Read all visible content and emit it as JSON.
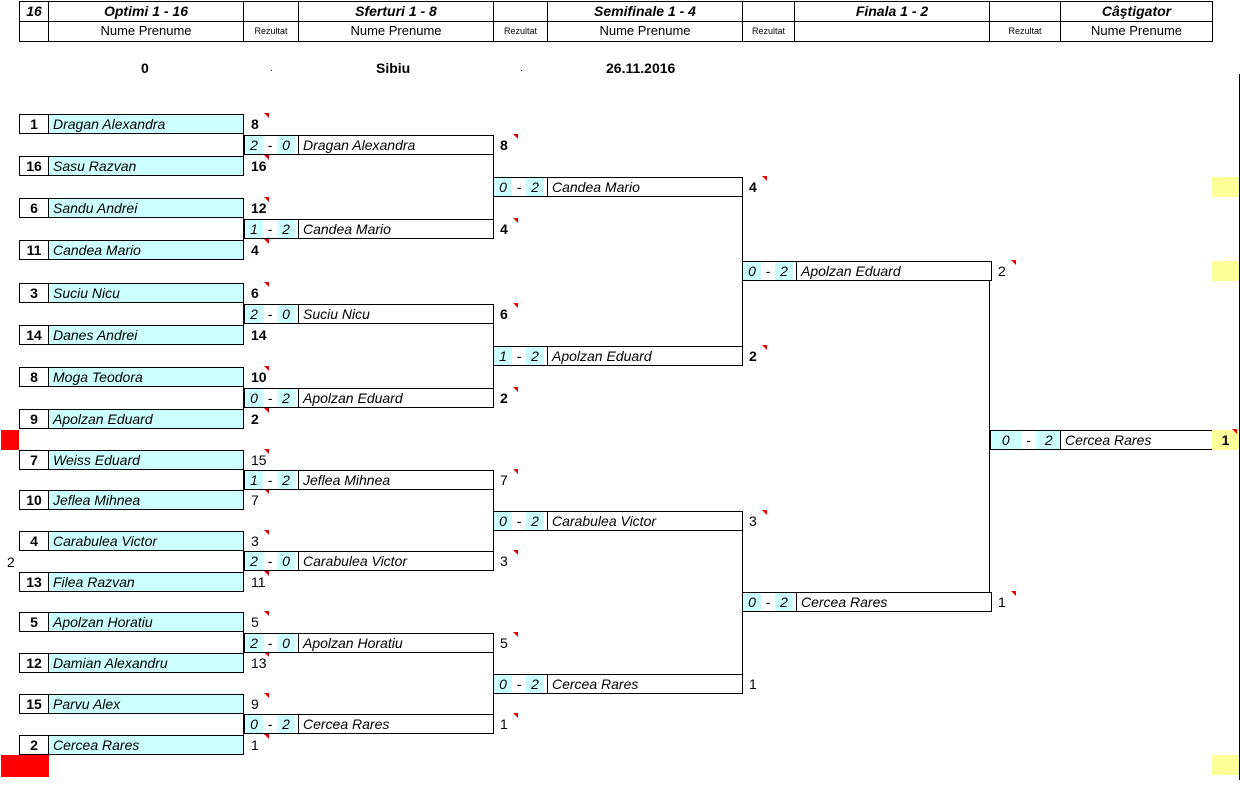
{
  "header": {
    "col_count": "16",
    "round1": "Optimi 1 - 16",
    "round2": "Sferturi 1 - 8",
    "round3": "Semifinale 1 - 4",
    "round4": "Finala 1 - 2",
    "winner": "Câştigator",
    "name_label": "Nume Prenume",
    "result_label": "Rezultat"
  },
  "info": {
    "value": "0",
    "dot1": ".",
    "city": "Sibiu",
    "dot2": ".",
    "date": "26.11.2016"
  },
  "side_number": "2",
  "round1": [
    {
      "seed": "1",
      "name": "Dragan Alexandra",
      "res": "8"
    },
    {
      "seed": "16",
      "name": "Sasu Razvan",
      "res": "16"
    },
    {
      "seed": "6",
      "name": "Sandu Andrei",
      "res": "12"
    },
    {
      "seed": "11",
      "name": "Candea Mario",
      "res": "4"
    },
    {
      "seed": "3",
      "name": "Suciu Nicu",
      "res": "6"
    },
    {
      "seed": "14",
      "name": "Danes Andrei",
      "res": "14"
    },
    {
      "seed": "8",
      "name": "Moga Teodora",
      "res": "10"
    },
    {
      "seed": "9",
      "name": "Apolzan Eduard",
      "res": "2"
    },
    {
      "seed": "7",
      "name": "Weiss Eduard",
      "res": "15"
    },
    {
      "seed": "10",
      "name": "Jeflea Mihnea",
      "res": "7"
    },
    {
      "seed": "4",
      "name": "Carabulea Victor",
      "res": "3"
    },
    {
      "seed": "13",
      "name": "Filea Razvan",
      "res": "11"
    },
    {
      "seed": "5",
      "name": "Apolzan Horatiu",
      "res": "5"
    },
    {
      "seed": "12",
      "name": "Damian Alexandru",
      "res": "13"
    },
    {
      "seed": "15",
      "name": "Parvu Alex",
      "res": "9"
    },
    {
      "seed": "2",
      "name": "Cercea Rares",
      "res": "1"
    }
  ],
  "round2": [
    {
      "a": "2",
      "dash": "-",
      "b": "0",
      "name": "Dragan Alexandra",
      "res": "8"
    },
    {
      "a": "1",
      "dash": "-",
      "b": "2",
      "name": "Candea Mario",
      "res": "4"
    },
    {
      "a": "2",
      "dash": "-",
      "b": "0",
      "name": "Suciu Nicu",
      "res": "6"
    },
    {
      "a": "0",
      "dash": "-",
      "b": "2",
      "name": "Apolzan Eduard",
      "res": "2"
    },
    {
      "a": "1",
      "dash": "-",
      "b": "2",
      "name": "Jeflea Mihnea",
      "res": "7"
    },
    {
      "a": "2",
      "dash": "-",
      "b": "0",
      "name": "Carabulea Victor",
      "res": "3"
    },
    {
      "a": "2",
      "dash": "-",
      "b": "0",
      "name": "Apolzan Horatiu",
      "res": "5"
    },
    {
      "a": "0",
      "dash": "-",
      "b": "2",
      "name": "Cercea Rares",
      "res": "1"
    }
  ],
  "round3": [
    {
      "a": "0",
      "dash": "-",
      "b": "2",
      "name": "Candea Mario",
      "res": "4"
    },
    {
      "a": "1",
      "dash": "-",
      "b": "2",
      "name": "Apolzan Eduard",
      "res": "2"
    },
    {
      "a": "0",
      "dash": "-",
      "b": "2",
      "name": "Carabulea Victor",
      "res": "3"
    },
    {
      "a": "0",
      "dash": "-",
      "b": "2",
      "name": "Cercea Rares",
      "res": "1"
    }
  ],
  "round4": [
    {
      "a": "0",
      "dash": "-",
      "b": "2",
      "name": "Apolzan Eduard",
      "res": "2"
    },
    {
      "a": "0",
      "dash": "-",
      "b": "2",
      "name": "Cercea Rares",
      "res": "1"
    }
  ],
  "final": {
    "a": "0",
    "dash": "-",
    "b": "2",
    "name": "Cercea Rares",
    "res": "1"
  }
}
